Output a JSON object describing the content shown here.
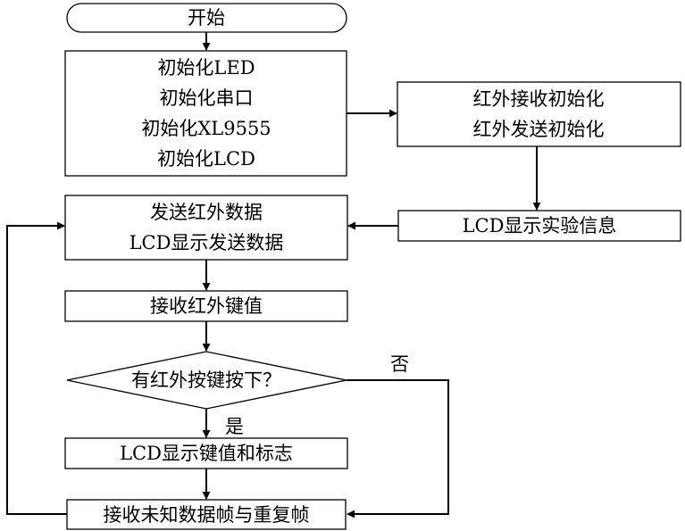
{
  "flowchart": {
    "start": "开始",
    "init_block": [
      "初始化LED",
      "初始化串口",
      "初始化XL9555",
      "初始化LCD"
    ],
    "ir_init": [
      "红外接收初始化",
      "红外发送初始化"
    ],
    "lcd_info": "LCD显示实验信息",
    "send_block": [
      "发送红外数据",
      "LCD显示发送数据"
    ],
    "receive_key": "接收红外键值",
    "decision": "有红外按键按下？",
    "yes_label": "是",
    "no_label": "否",
    "display_key": "LCD显示键值和标志",
    "receive_frames": "接收未知数据帧与重复帧"
  }
}
